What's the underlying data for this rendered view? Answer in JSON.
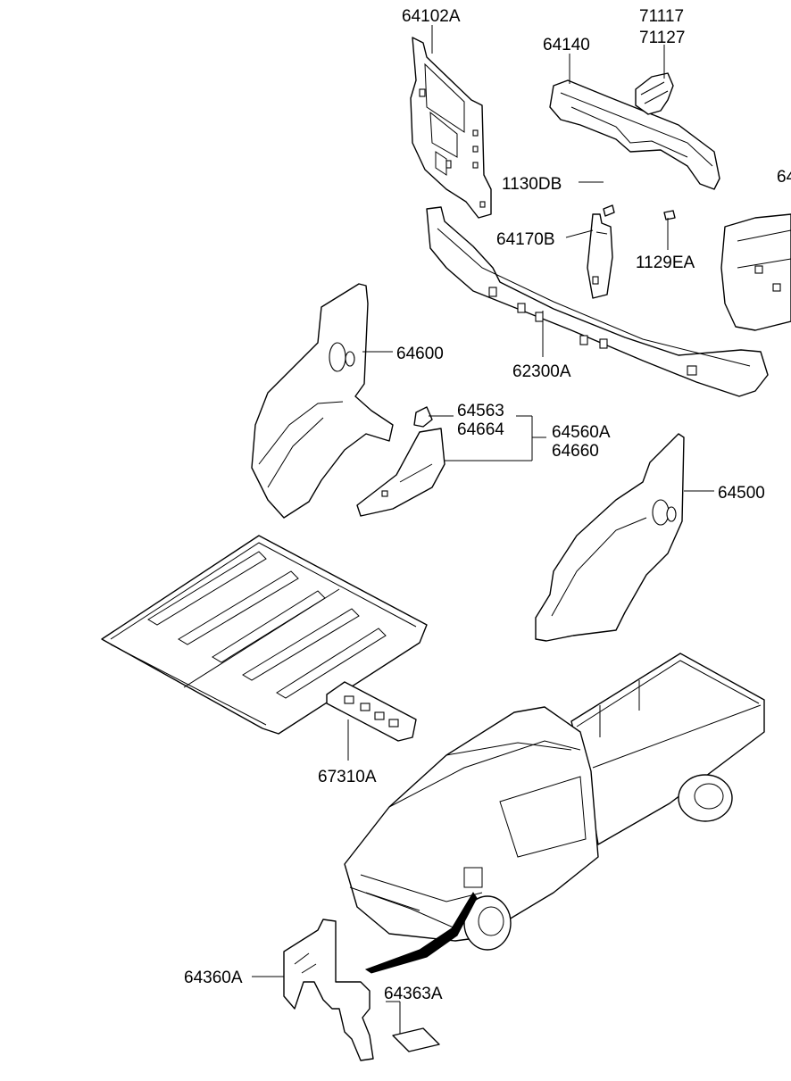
{
  "labels": {
    "p64102A": "64102A",
    "p71117": "71117",
    "p71127": "71127",
    "p64140": "64140",
    "p64_cut": "64",
    "p1130DB": "1130DB",
    "p64170B": "64170B",
    "p1129EA": "1129EA",
    "p64600": "64600",
    "p62300A": "62300A",
    "p64563": "64563",
    "p64664": "64664",
    "p64560A": "64560A",
    "p64660": "64660",
    "p64500": "64500",
    "p67310A": "67310A",
    "p64360A": "64360A",
    "p64363A": "64363A"
  },
  "colors": {
    "line": "#000000",
    "background": "#ffffff"
  }
}
